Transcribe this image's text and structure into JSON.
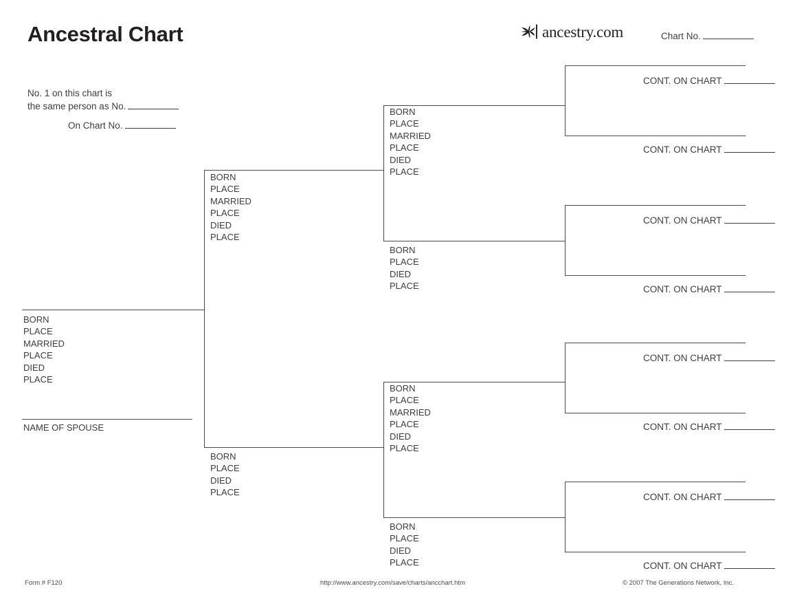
{
  "header": {
    "title": "Ancestral Chart",
    "brand_name": "ancestry.com",
    "brand_icon": "ancestry-leaf-icon",
    "chart_no_label": "Chart No."
  },
  "same_person_note": {
    "line1": "No. 1 on this chart is",
    "line2": "the same person as No.",
    "on_chart_label": "On Chart No."
  },
  "field_labels": {
    "born": "BORN",
    "place": "PLACE",
    "married": "MARRIED",
    "died": "DIED",
    "name_of_spouse": "NAME OF SPOUSE",
    "cont_on_chart": "CONT. ON CHART"
  },
  "chart_data": {
    "type": "diagram",
    "title": "Ancestral Chart",
    "generations": 4,
    "person_boxes": [
      {
        "id": "person-1",
        "generation": 1,
        "position": "root",
        "fields": [
          "BORN",
          "PLACE",
          "MARRIED",
          "PLACE",
          "DIED",
          "PLACE"
        ],
        "extra_caption": "NAME OF SPOUSE"
      },
      {
        "id": "person-2",
        "generation": 2,
        "position": "father",
        "fields": [
          "BORN",
          "PLACE",
          "MARRIED",
          "PLACE",
          "DIED",
          "PLACE"
        ]
      },
      {
        "id": "person-3",
        "generation": 2,
        "position": "mother",
        "fields": [
          "BORN",
          "PLACE",
          "DIED",
          "PLACE"
        ]
      },
      {
        "id": "person-4",
        "generation": 3,
        "position": "paternal-grandfather",
        "fields": [
          "BORN",
          "PLACE",
          "MARRIED",
          "PLACE",
          "DIED",
          "PLACE"
        ]
      },
      {
        "id": "person-5",
        "generation": 3,
        "position": "paternal-grandmother",
        "fields": [
          "BORN",
          "PLACE",
          "DIED",
          "PLACE"
        ]
      },
      {
        "id": "person-6",
        "generation": 3,
        "position": "maternal-grandfather",
        "fields": [
          "BORN",
          "PLACE",
          "MARRIED",
          "PLACE",
          "DIED",
          "PLACE"
        ]
      },
      {
        "id": "person-7",
        "generation": 3,
        "position": "maternal-grandmother",
        "fields": [
          "BORN",
          "PLACE",
          "DIED",
          "PLACE"
        ]
      }
    ],
    "continuation_slots": [
      {
        "id": "cont-1",
        "label": "CONT. ON CHART"
      },
      {
        "id": "cont-2",
        "label": "CONT. ON CHART"
      },
      {
        "id": "cont-3",
        "label": "CONT. ON CHART"
      },
      {
        "id": "cont-4",
        "label": "CONT. ON CHART"
      },
      {
        "id": "cont-5",
        "label": "CONT. ON CHART"
      },
      {
        "id": "cont-6",
        "label": "CONT. ON CHART"
      },
      {
        "id": "cont-7",
        "label": "CONT. ON CHART"
      },
      {
        "id": "cont-8",
        "label": "CONT. ON CHART"
      }
    ]
  },
  "footer": {
    "form_number": "Form # F120",
    "url": "http://www.ancestry.com/save/charts/ancchart.htm",
    "copyright": "© 2007 The Generations Network, Inc."
  },
  "colors": {
    "ink": "#3c3c3c",
    "rule": "#4a4a4a",
    "title": "#231f20",
    "background": "#ffffff"
  }
}
